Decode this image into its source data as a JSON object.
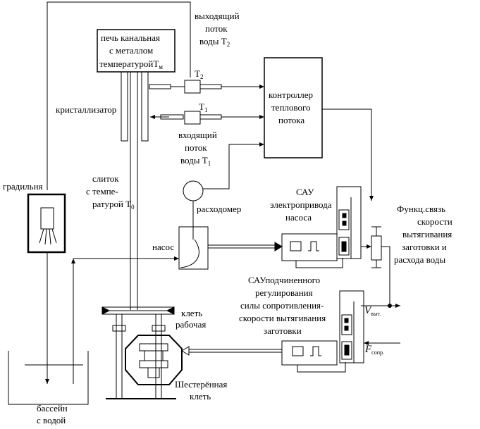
{
  "labels": {
    "outflow": [
      "выходящий",
      "поток",
      "воды T"
    ],
    "outflow_sub": "2",
    "furnace": [
      "печь канальная",
      "с металлом",
      "температурой"
    ],
    "furnace_tm": "T",
    "furnace_tm_sub": "м",
    "crystallizer": "кристаллизатор",
    "t2": "T",
    "t2_sub": "2",
    "t1": "T",
    "t1_sub": "1",
    "controller": [
      "контроллер",
      "теплового",
      "потока"
    ],
    "inflow": [
      "входящий",
      "поток",
      "воды T"
    ],
    "inflow_sub": "1",
    "grinder": "градильня",
    "ingot": [
      "слиток",
      "с  темпе-",
      "ратурой  T"
    ],
    "ingot_sub": "0",
    "flowmeter": "расходомер",
    "sau_pump": [
      "САУ",
      "электропривода",
      "насоса"
    ],
    "pump": "насос",
    "func": [
      "Функц.связь",
      "скорости",
      "вытягивания",
      "заготовки и",
      "расхода воды"
    ],
    "sau_sub": [
      "САУподчиненного",
      "регулирования",
      "силы сопротивления-",
      "скорости вытягивания",
      "заготовки"
    ],
    "v": "V",
    "v_sub": "выт.",
    "f": "F",
    "f_sub": "сопр.",
    "stand": [
      "клеть",
      "рабочая"
    ],
    "gear": [
      "Шестерённая",
      "клеть"
    ],
    "pool": [
      "бассейн",
      "с водой"
    ]
  }
}
